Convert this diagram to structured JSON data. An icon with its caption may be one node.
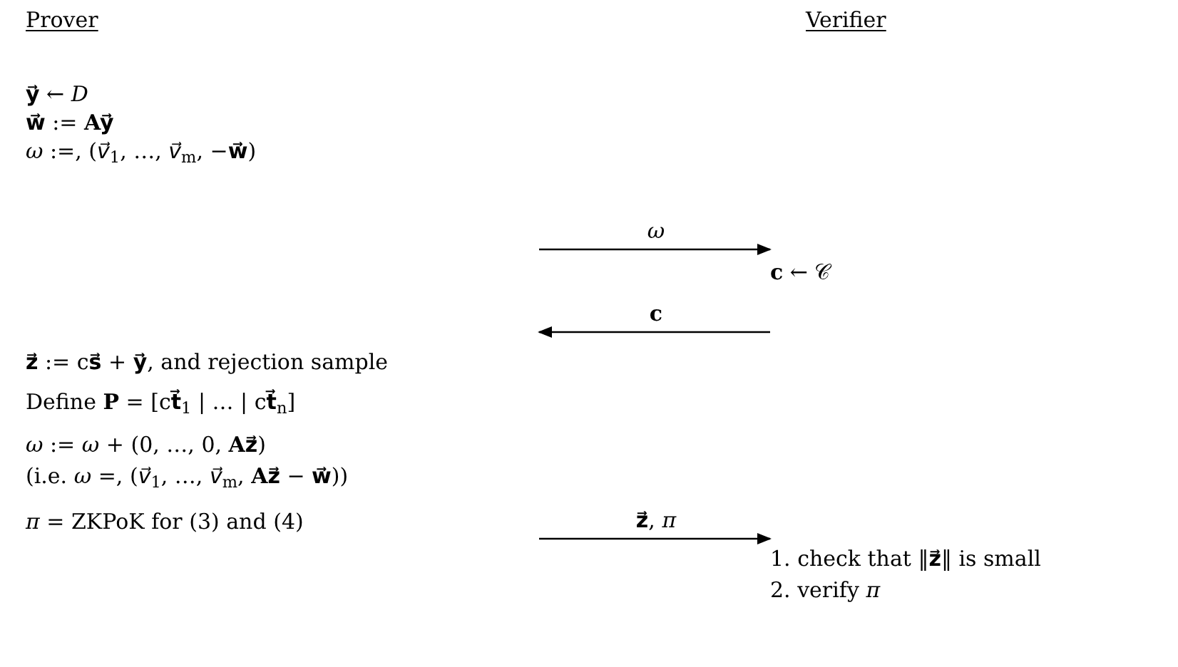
{
  "diagram": {
    "nodes": [
      {
        "text": [
          "**c** ← 𝒞"
        ]
      },
      {
        "text": [
          "1. check that ‖**z⃗**‖ is small",
          "2. verify *π*"
        ]
      }
    ],
    "edges": [
      {
        "from": null,
        "to": 0,
        "arrow": "to",
        "label": "*ω*"
      },
      {
        "from": 0,
        "to": null,
        "arrow": "to",
        "label": "**c**"
      },
      {
        "from": null,
        "to": 1,
        "arrow": "to",
        "label": "**z⃗**, *π*"
      }
    ],
    "labels": [
      "Prover",
      "Verifier",
      "**y⃗** ← *D*",
      "**w⃗** := **Ay⃗**",
      "*ω* :=, (*v⃗*$_{1}$, …, *v⃗*$_{m}$, −**w⃗**)",
      "**z⃗** := c**s⃗** + **y⃗**, and rejection sample",
      "Define **P** = [c**t⃗**$_{1}$ | … | c**t⃗**$_{n}$]",
      "*ω* := *ω* + (0, …, 0, **Az⃗**)",
      "(i.e. *ω* =, (*v⃗*$_{1}$, …, *v⃗*$_{m}$, **Az⃗** − **w⃗**))",
      "*π* = ZKPoK for (3) and (4)"
    ]
  }
}
